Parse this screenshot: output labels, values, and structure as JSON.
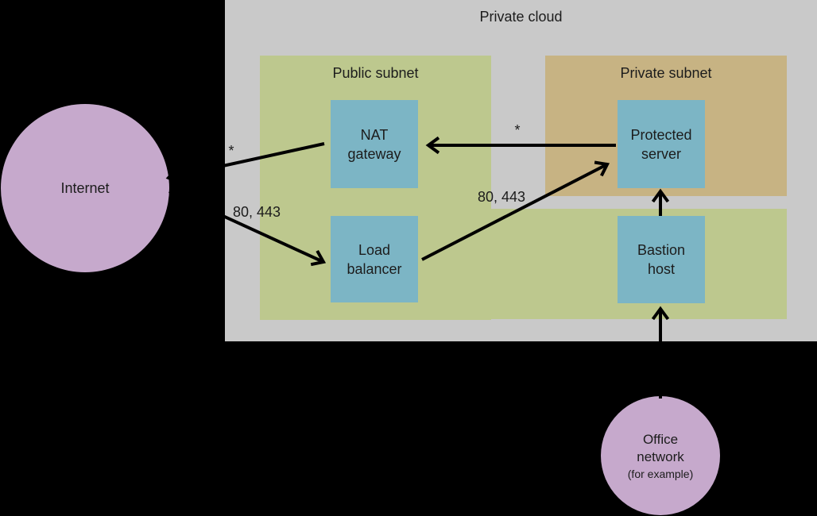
{
  "title": "Private cloud",
  "regions": {
    "public": "Public subnet",
    "private": "Private subnet"
  },
  "nodes": {
    "internet": "Internet",
    "nat_gateway": "NAT gateway",
    "load_balancer": "Load balancer",
    "protected_server": "Protected server",
    "bastion_host": "Bastion host",
    "office_network": "Office network",
    "office_network_note": "(for example)"
  },
  "edge_labels": {
    "nat_to_internet": "*",
    "internet_to_lb": "80, 443",
    "server_to_nat": "*",
    "lb_to_server": "80, 443"
  },
  "colors": {
    "background": "#000000",
    "cloud": "#c9c9c9",
    "subnet_green": "#bdc88e",
    "subnet_tan": "#c7b383",
    "node_blue": "#7cb5c5",
    "network_purple": "#c6a9cc",
    "arrow": "#000000",
    "text": "#1c1c1c"
  }
}
